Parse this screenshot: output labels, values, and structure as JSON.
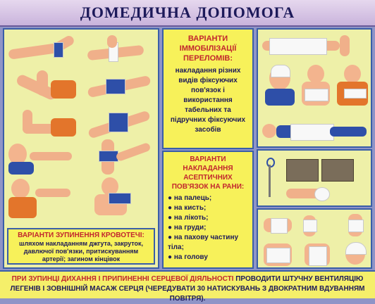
{
  "header": {
    "title": "ДОМЕДИЧНА ДОПОМОГА"
  },
  "immobilization": {
    "title": "ВАРІАНТИ ІММОБІЛІЗАЦІЇ ПЕРЕЛОМІВ:",
    "text": "накладання різних видів фіксуючих пов'язок і використання табельних та підручних фіксуючих засобів"
  },
  "bleeding": {
    "title": "ВАРІАНТИ ЗУПИНЕННЯ КРОВОТЕЧІ:",
    "text": "шляхом накладанням джгута, закруток, давлючої пов'язки, притискуванням артерії; загином кінцівок"
  },
  "aseptic": {
    "title": "ВАРІАНТИ НАКЛАДАННЯ АСЕПТИЧНИХ ПОВ'ЯЗОК НА РАНИ:",
    "items": [
      "на палець;",
      "на кисть;",
      "на лікоть;",
      "на груди;",
      "на пахову частину тіла;",
      "на голову"
    ]
  },
  "footer": {
    "red_part": "ПРИ ЗУПИНЦІ ДИХАННЯ І ПРИПИНЕННІ СЕРЦЕВОЇ ДІЯЛЬНОСТІ",
    "dark_part": " ПРОВОДИТИ ШТУЧНУ ВЕНТИЛЯЦІЮ ЛЕГЕНІВ І ЗОВНІШНІЙ МАСАЖ СЕРЦЯ (ЧЕРЕДУВАТИ 30 НАТИСКУВАНЬ З ДВОКРАТНИМ ВДУВАННЯМ ПОВІТРЯ)."
  },
  "colors": {
    "accent_red": "#c2262e",
    "panel": "#eef0a8",
    "label_yellow": "#f7f15a",
    "border_blue": "#3a5ea8"
  }
}
